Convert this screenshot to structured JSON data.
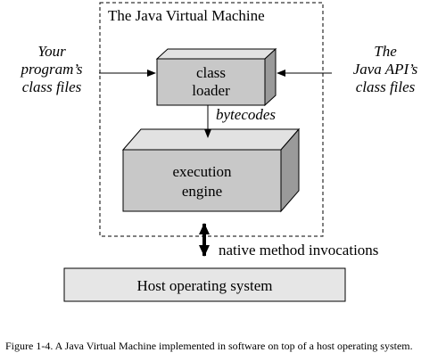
{
  "jvm": {
    "title": "The Java Virtual Machine"
  },
  "class_loader": {
    "line1": "class",
    "line2": "loader"
  },
  "execution_engine": {
    "line1": "execution",
    "line2": "engine"
  },
  "host": {
    "label": "Host operating system"
  },
  "inputs": {
    "left": [
      "Your",
      "program’s",
      "class files"
    ],
    "right": [
      "The",
      "Java API’s",
      "class files"
    ]
  },
  "flows": {
    "bytecodes": "bytecodes",
    "native": "native method invocations"
  },
  "caption": "Figure 1-4. A Java Virtual Machine implemented in software on top of a host operating system.",
  "colors": {
    "box_front": "#c8c8c8",
    "box_top": "#e2e2e2",
    "box_side": "#9a9a9a",
    "host_fill": "#e6e6e6",
    "stroke": "#000000"
  }
}
